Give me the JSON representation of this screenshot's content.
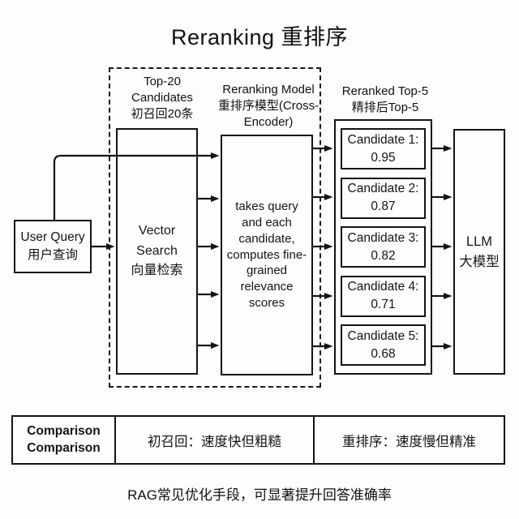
{
  "title": "Reranking 重排序",
  "flow": {
    "user_query": "User Query\n用户查询",
    "vector_search": "Vector\nSearch\n向量检索",
    "reranking_model_text": "takes query and each candidate, computes fine-grained relevance scores",
    "llm": "LLM\n大模型",
    "labels": {
      "top20": "Top-20\nCandidates\n初召回20条",
      "reranking_model": "Reranking Model\n重排序模型(Cross-\nEncoder)",
      "reranked_top5": "Reranked Top-5\n精排后Top-5"
    },
    "candidates": [
      {
        "label": "Candidate 1:",
        "score": "0.95"
      },
      {
        "label": "Candidate 2:",
        "score": "0.87"
      },
      {
        "label": "Candidate 3:",
        "score": "0.82"
      },
      {
        "label": "Candidate 4:",
        "score": "0.71"
      },
      {
        "label": "Candidate 5:",
        "score": "0.68"
      }
    ]
  },
  "comparison_table": {
    "header": "Comparison\nComparison",
    "recall": "初召回：速度快但粗糙",
    "rerank": "重排序：速度慢但精准"
  },
  "caption": "RAG常见优化手段，可显著提升回答准确率",
  "colors": {
    "line": "#141414",
    "background": "#fdfdfd"
  }
}
